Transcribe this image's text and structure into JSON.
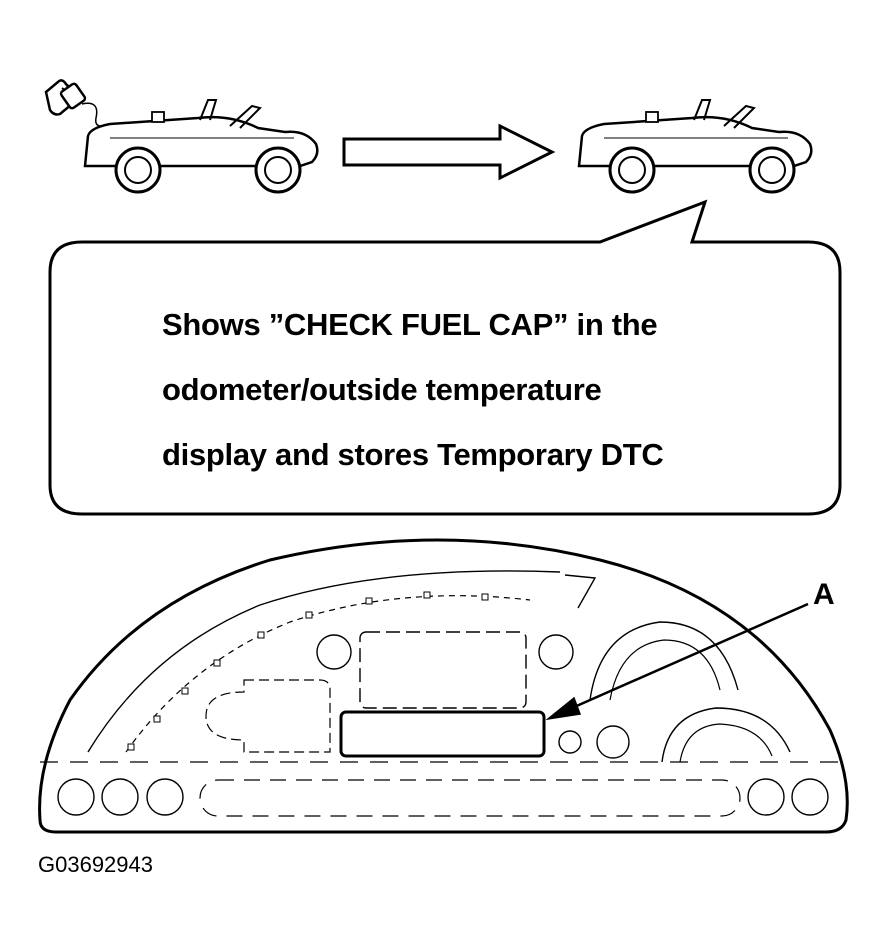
{
  "callout": {
    "lines": [
      "Shows ”CHECK FUEL CAP” in the",
      "odometer/outside temperature",
      "display and stores Temporary DTC"
    ]
  },
  "callout_label": "A",
  "figure_id": "G03692943"
}
